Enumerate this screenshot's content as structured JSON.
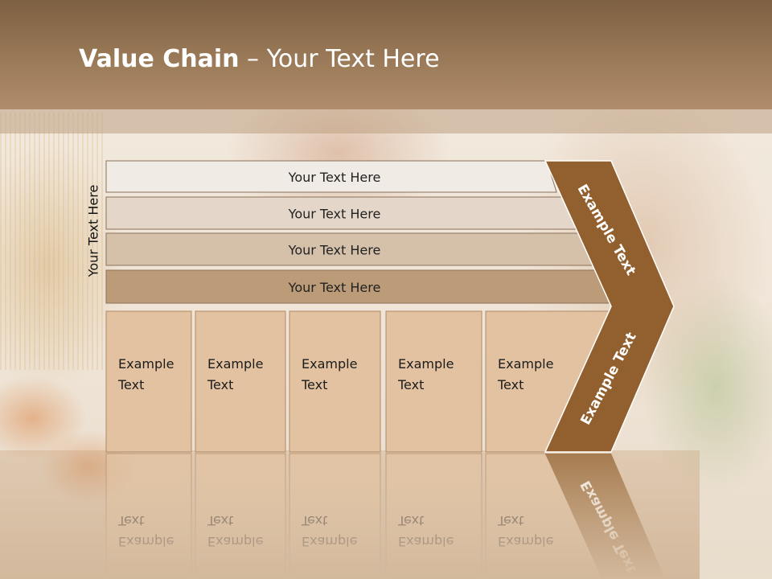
{
  "slide": {
    "title_bold": "Value Chain",
    "title_rest": " – Your Text Here",
    "side_label": "Your Text Here"
  },
  "rows": [
    {
      "label": "Your Text Here",
      "color": "#f1ebe5"
    },
    {
      "label": "Your Text Here",
      "color": "#e4d7c9"
    },
    {
      "label": "Your Text Here",
      "color": "#d5c0aa"
    },
    {
      "label": "Your Text Here",
      "color": "#bb9b78"
    }
  ],
  "columns": [
    {
      "line1": "Example",
      "line2": "Text"
    },
    {
      "line1": "Example",
      "line2": "Text"
    },
    {
      "line1": "Example",
      "line2": "Text"
    },
    {
      "line1": "Example",
      "line2": "Text"
    },
    {
      "line1": "Example",
      "line2": "Text"
    }
  ],
  "arrow": {
    "upper_label": "Example Text",
    "lower_label": "Example Text",
    "color": "#92602e"
  },
  "colors": {
    "column_fill": "#e2c2a0",
    "column_stroke": "#b08a66",
    "header": "#8c6c4c"
  }
}
